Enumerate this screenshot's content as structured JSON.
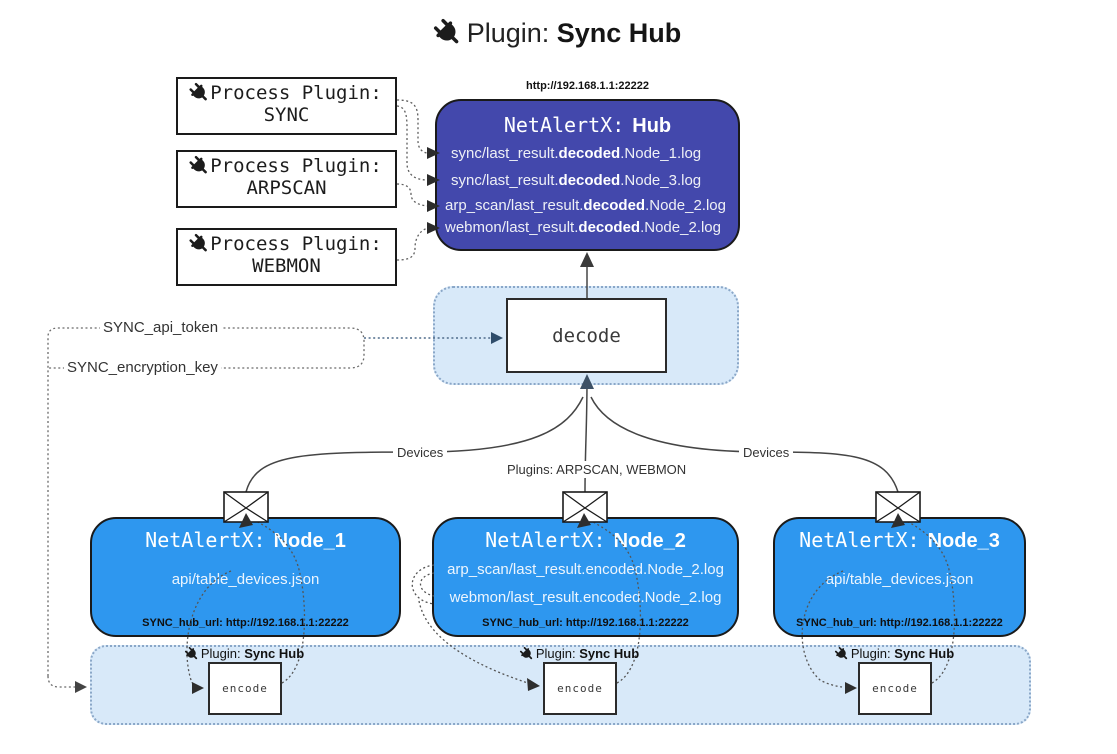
{
  "title": {
    "prefix": "Plugin:",
    "name": "Sync Hub"
  },
  "hub": {
    "url": "http://192.168.1.1:22222",
    "name_prefix": "NetAlertX:",
    "name": "Hub",
    "logs": [
      {
        "pre": "sync/last_result.",
        "mid": "decoded",
        "post": ".Node_1.log"
      },
      {
        "pre": "sync/last_result.",
        "mid": "decoded",
        "post": ".Node_3.log"
      },
      {
        "pre": "arp_scan/last_result.",
        "mid": "decoded",
        "post": ".Node_2.log"
      },
      {
        "pre": "webmon/last_result.",
        "mid": "decoded",
        "post": ".Node_2.log"
      }
    ]
  },
  "process_plugins": [
    {
      "label": "Process Plugin:",
      "name": "SYNC"
    },
    {
      "label": "Process Plugin:",
      "name": "ARPSCAN"
    },
    {
      "label": "Process Plugin:",
      "name": "WEBMON"
    }
  ],
  "settings": {
    "api_token": "SYNC_api_token",
    "encryption_key": "SYNC_encryption_key"
  },
  "decode": {
    "label": "decode"
  },
  "edge_labels": {
    "devices_left": "Devices",
    "plugins_center": "Plugins: ARPSCAN, WEBMON",
    "devices_right": "Devices"
  },
  "nodes": [
    {
      "name_prefix": "NetAlertX:",
      "name": "Node_1",
      "files": [
        "api/table_devices.json"
      ],
      "hub_url": "SYNC_hub_url: http://192.168.1.1:22222"
    },
    {
      "name_prefix": "NetAlertX:",
      "name": "Node_2",
      "files": [
        "arp_scan/last_result.encoded.Node_2.log",
        "webmon/last_result.encoded.Node_2.log"
      ],
      "hub_url": "SYNC_hub_url: http://192.168.1.1:22222"
    },
    {
      "name_prefix": "NetAlertX:",
      "name": "Node_3",
      "files": [
        "api/table_devices.json"
      ],
      "hub_url": "SYNC_hub_url: http://192.168.1.1:22222"
    }
  ],
  "encoders": [
    {
      "plugin_prefix": "Plugin:",
      "plugin_name": "Sync Hub",
      "label": "encode"
    },
    {
      "plugin_prefix": "Plugin:",
      "plugin_name": "Sync Hub",
      "label": "encode"
    },
    {
      "plugin_prefix": "Plugin:",
      "plugin_name": "Sync Hub",
      "label": "encode"
    }
  ],
  "colors": {
    "hub_fill": "#4348ac",
    "node_fill": "#2e97ef",
    "panel_fill": "#d8e9f9",
    "panel_border": "#8aa7c8",
    "wire": "#555555",
    "setting_arrow": "#2f4d6b"
  }
}
